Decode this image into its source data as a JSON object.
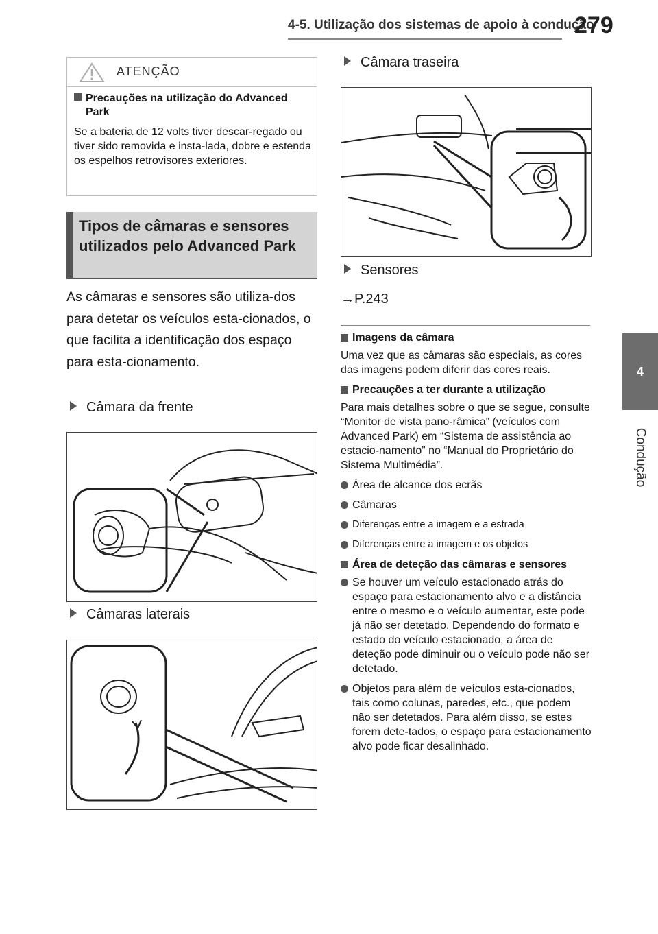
{
  "header": {
    "section_title": "4-5. Utilização dos sistemas de apoio à condução",
    "page_number": "279"
  },
  "side_tab": {
    "number": "4",
    "label": "Condução"
  },
  "warning": {
    "title": "ATENÇÃO",
    "subtitle": "Precauções na utilização do Advanced Park",
    "body": "Se a bateria de 12 volts tiver descar-regado ou tiver sido removida e insta-lada, dobre e estenda os espelhos retrovisores exteriores."
  },
  "section": {
    "heading": "Tipos de câmaras e sensores utilizados pelo Advanced Park",
    "intro": "As câmaras e sensores são utiliza-dos para detetar os veículos esta-cionados, o que facilita a identificação dos espaço para esta-cionamento."
  },
  "items": {
    "front_camera": "Câmara da frente",
    "side_cameras": "Câmaras laterais",
    "rear_camera": "Câmara traseira",
    "sensors": "Sensores",
    "sensors_ref": "→P.243"
  },
  "notes": {
    "images_heading": "Imagens da câmara",
    "images_body": "Uma vez que as câmaras são especiais, as cores das imagens podem diferir das cores reais.",
    "precautions_heading": "Precauções a ter durante a utilização",
    "precautions_body": "Para mais detalhes sobre o que se segue, consulte “Monitor de vista pano-râmica” (veículos com Advanced Park) em “Sistema de assistência ao estacio-namento” no “Manual do Proprietário do Sistema Multimédia”.",
    "bullets": [
      "Área de alcance dos ecrãs",
      "Câmaras",
      "Diferenças entre a imagem e a estrada",
      "Diferenças entre a imagem e os objetos"
    ],
    "detection_heading": "Área de deteção das câmaras e sensores",
    "detection_bullets": [
      "Se houver um veículo estacionado atrás do espaço para estacionamento alvo e a distância entre o mesmo e o veículo aumentar, este pode já não ser detetado. Dependendo do formato e estado do veículo estacionado, a área de deteção pode diminuir ou o veículo pode não ser detetado.",
      "Objetos para além de veículos esta-cionados, tais como colunas, paredes, etc., que podem não ser detetados. Para além disso, se estes forem dete-tados, o espaço para estacionamento alvo pode ficar desalinhado."
    ]
  },
  "colors": {
    "tab_gray": "#6d6d6d",
    "heading_bg": "#d4d4d4",
    "accent_dark": "#555555"
  }
}
